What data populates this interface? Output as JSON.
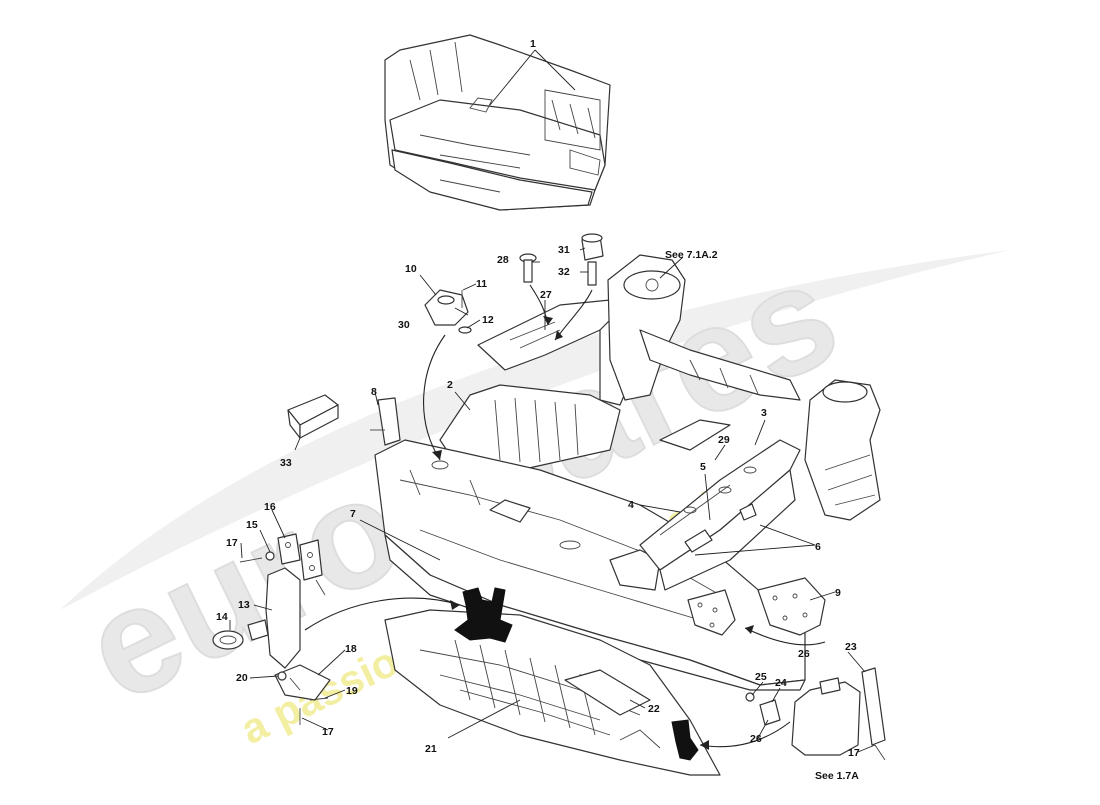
{
  "watermark": {
    "brand": "eurospares",
    "tagline": "a passion for parts since 1985",
    "brand_color": "#e8e8e8",
    "tagline_color": "#f3efa2"
  },
  "callouts": [
    {
      "id": "c1",
      "label": "1"
    },
    {
      "id": "c2",
      "label": "2"
    },
    {
      "id": "c3",
      "label": "3"
    },
    {
      "id": "c4",
      "label": "4"
    },
    {
      "id": "c5",
      "label": "5"
    },
    {
      "id": "c6",
      "label": "6"
    },
    {
      "id": "c7",
      "label": "7"
    },
    {
      "id": "c8",
      "label": "8"
    },
    {
      "id": "c9",
      "label": "9"
    },
    {
      "id": "c10",
      "label": "10"
    },
    {
      "id": "c11",
      "label": "11"
    },
    {
      "id": "c12",
      "label": "12"
    },
    {
      "id": "c13",
      "label": "13"
    },
    {
      "id": "c14",
      "label": "14"
    },
    {
      "id": "c15",
      "label": "15"
    },
    {
      "id": "c16",
      "label": "16"
    },
    {
      "id": "c17a",
      "label": "17"
    },
    {
      "id": "c17b",
      "label": "17"
    },
    {
      "id": "c17c",
      "label": "17"
    },
    {
      "id": "c18",
      "label": "18"
    },
    {
      "id": "c19",
      "label": "19"
    },
    {
      "id": "c20",
      "label": "20"
    },
    {
      "id": "c21",
      "label": "21"
    },
    {
      "id": "c22",
      "label": "22"
    },
    {
      "id": "c23",
      "label": "23"
    },
    {
      "id": "c24",
      "label": "24"
    },
    {
      "id": "c25",
      "label": "25"
    },
    {
      "id": "c26a",
      "label": "26"
    },
    {
      "id": "c26b",
      "label": "26"
    },
    {
      "id": "c27",
      "label": "27"
    },
    {
      "id": "c28",
      "label": "28"
    },
    {
      "id": "c29",
      "label": "29"
    },
    {
      "id": "c30",
      "label": "30"
    },
    {
      "id": "c31",
      "label": "31"
    },
    {
      "id": "c32",
      "label": "32"
    },
    {
      "id": "c33",
      "label": "33"
    }
  ],
  "notes": {
    "see_71a2": "See 7.1A.2",
    "see_17a": "See 1.7A"
  }
}
